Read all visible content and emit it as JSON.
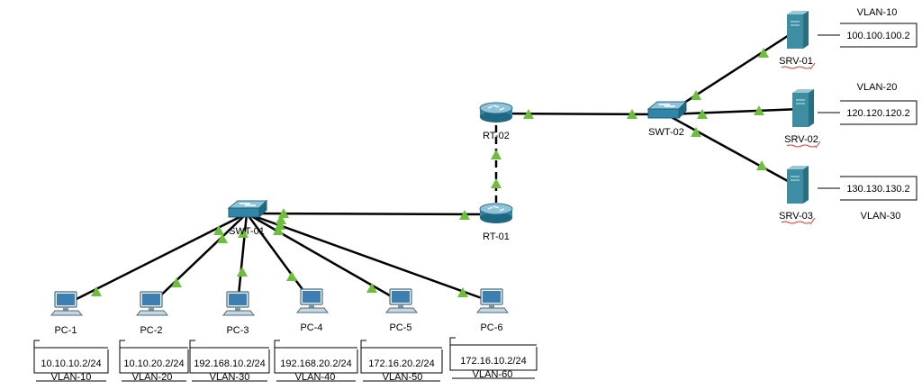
{
  "colors": {
    "link": "#000000",
    "port_up": "#6cbf3a",
    "pc": "#3d7fb0",
    "server": "#3e8ea3",
    "net_device": "#2f86a8",
    "spell_underline": "#e0332d"
  },
  "devices": [
    {
      "id": "swt01",
      "type": "switch",
      "label": "SWT-01"
    },
    {
      "id": "swt02",
      "type": "switch",
      "label": "SWT-02"
    },
    {
      "id": "rt01",
      "type": "router",
      "label": "RT-01"
    },
    {
      "id": "rt02",
      "type": "router",
      "label": "RT-02"
    },
    {
      "id": "srv01",
      "type": "server",
      "label": "SRV-01",
      "ip": "100.100.100.2",
      "vlan": "VLAN-10"
    },
    {
      "id": "srv02",
      "type": "server",
      "label": "SRV-02",
      "ip": "120.120.120.2",
      "vlan": "VLAN-20"
    },
    {
      "id": "srv03",
      "type": "server",
      "label": "SRV-03",
      "ip": "130.130.130.2",
      "vlan": "VLAN-30"
    },
    {
      "id": "pc1",
      "type": "pc",
      "label": "PC-1",
      "ip": "10.10.10.2/24",
      "vlan": "VLAN-10"
    },
    {
      "id": "pc2",
      "type": "pc",
      "label": "PC-2",
      "ip": "10.10.20.2/24",
      "vlan": "VLAN-20"
    },
    {
      "id": "pc3",
      "type": "pc",
      "label": "PC-3",
      "ip": "192.168.10.2/24",
      "vlan": "VLAN-30"
    },
    {
      "id": "pc4",
      "type": "pc",
      "label": "PC-4",
      "ip": "192.168.20.2/24",
      "vlan": "VLAN-40"
    },
    {
      "id": "pc5",
      "type": "pc",
      "label": "PC-5",
      "ip": "172.16.20.2/24",
      "vlan": "VLAN-50"
    },
    {
      "id": "pc6",
      "type": "pc",
      "label": "PC-6",
      "ip": "172.16.10.2/24",
      "vlan": "VLAN-60"
    }
  ],
  "links": [
    {
      "from": "swt01",
      "to": "pc1",
      "style": "solid"
    },
    {
      "from": "swt01",
      "to": "pc2",
      "style": "solid"
    },
    {
      "from": "swt01",
      "to": "pc3",
      "style": "solid"
    },
    {
      "from": "swt01",
      "to": "pc4",
      "style": "solid"
    },
    {
      "from": "swt01",
      "to": "pc5",
      "style": "solid"
    },
    {
      "from": "swt01",
      "to": "pc6",
      "style": "solid"
    },
    {
      "from": "swt01",
      "to": "rt01",
      "style": "solid"
    },
    {
      "from": "rt01",
      "to": "rt02",
      "style": "dashed"
    },
    {
      "from": "rt02",
      "to": "swt02",
      "style": "solid"
    },
    {
      "from": "swt02",
      "to": "srv01",
      "style": "solid"
    },
    {
      "from": "swt02",
      "to": "srv02",
      "style": "solid"
    },
    {
      "from": "swt02",
      "to": "srv03",
      "style": "solid"
    }
  ]
}
